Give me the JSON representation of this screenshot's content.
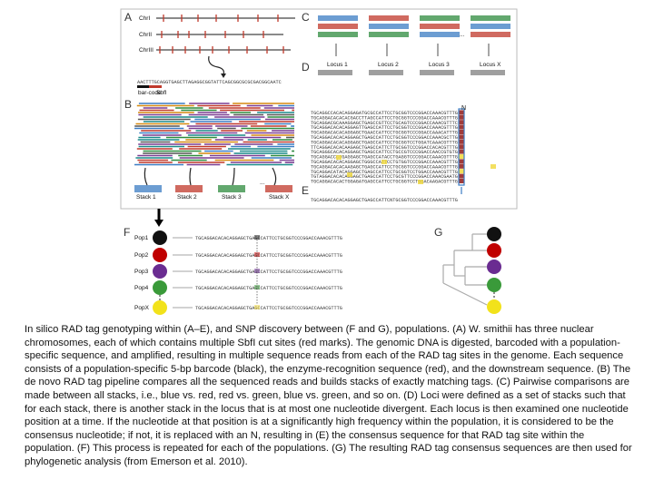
{
  "figure": {
    "panel_labels": [
      "A",
      "B",
      "C",
      "D",
      "E",
      "F",
      "G"
    ],
    "chromosomes": [
      "ChrI",
      "ChrII",
      "ChrIII"
    ],
    "barcode_seq": "AACTTTGCAGGTGAGCTTAGAGGCGGTATTCAGCGGCGCGCGACGGCAATC",
    "barcode_legend": [
      "bar-code",
      "SbfI"
    ],
    "stack_labels": [
      "Stack 1",
      "Stack 2",
      "Stack 3",
      "Stack X"
    ],
    "locus_labels": [
      "Locus 1",
      "Locus 2",
      "Locus 3",
      "Locus X"
    ],
    "consensus_n": "N",
    "pop_labels": [
      "Pop1",
      "Pop2",
      "Pop3",
      "Pop4",
      "PopX"
    ],
    "pop_seq": "TGCAGGACACACAGGAGCTGAGCCATTCCTGCGGTCCCGGACCAAACGTTTG",
    "ellipsis": "..."
  },
  "caption": {
    "text": "In silico RAD tag genotyping within (A–E), and SNP discovery between (F and G), populations. (A) W. smithii has three nuclear chromosomes, each of which contains multiple SbfI cut sites (red marks). The genomic DNA is digested, barcoded with a population-specific sequence, and amplified, resulting in multiple sequence reads from each of the RAD tag sites in the genome. Each sequence consists of a population-specific 5-bp barcode (black), the enzyme-recognition sequence (red), and the downstream sequence. (B) The de novo RAD tag pipeline compares all the sequenced reads and builds stacks of exactly matching tags. (C) Pairwise comparisons are made between all stacks, i.e., blue vs. red, red vs. green, blue vs. green, and so on. (D) Loci were defined as a set of stacks such that for each stack, there is another stack in the locus that is at most one nucleotide divergent. Each locus is then examined one nucleotide position at a time. If the nucleotide at that position is at a significantly high frequency within the population, it is considered to be the consensus nucleotide; if not, it is replaced with an N, resulting in (E) the consensus sequence for that RAD tag site within the population. (F) This process is repeated for each of the populations. (G) The resulting RAD tag consensus sequences are then used for phylogenetic analysis (from Emerson et al. 2010)."
  }
}
